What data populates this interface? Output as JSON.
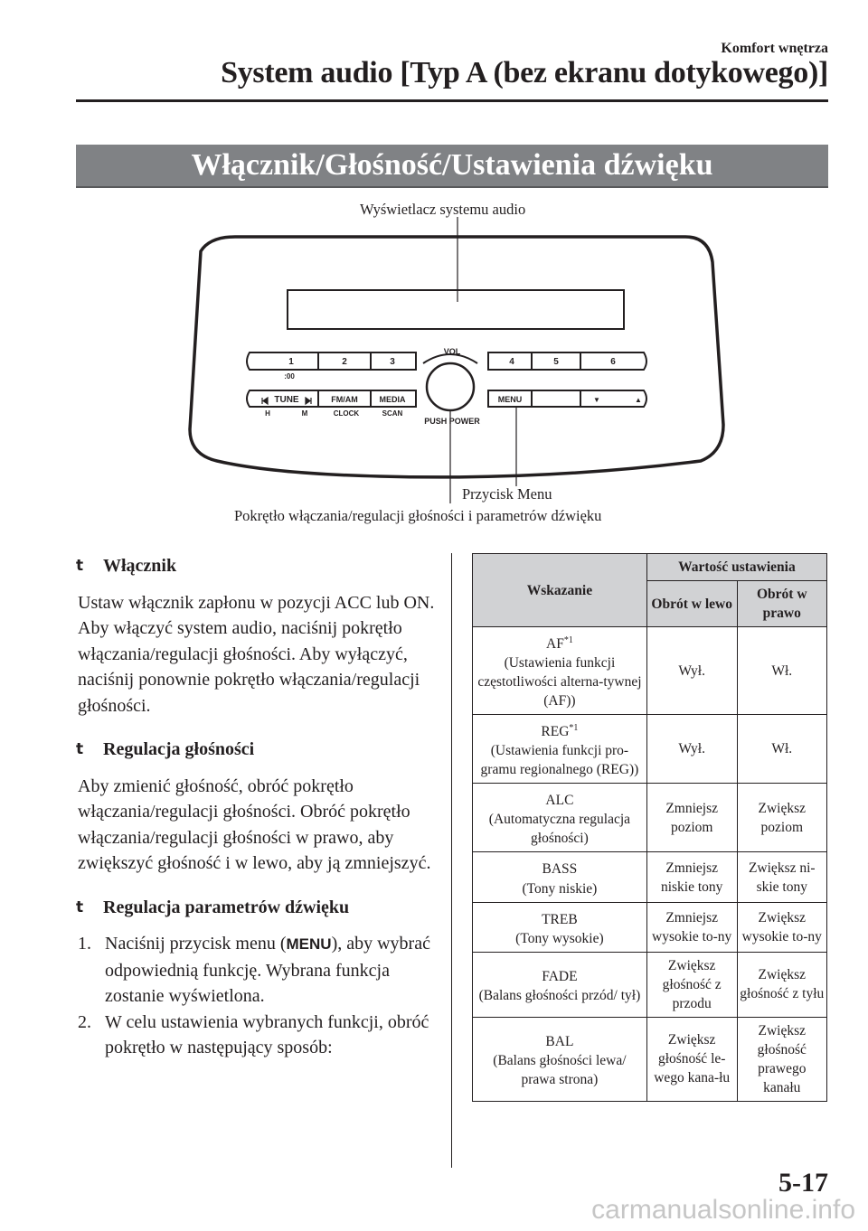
{
  "header": {
    "section": "Komfort wnętrza",
    "title": "System audio [Typ A (bez ekranu dotykowego)]"
  },
  "banner": {
    "title": "Włącznik/Głośność/Ustawienia dźwięku"
  },
  "figure": {
    "callout_display": "Wyświetlacz systemu audio",
    "callout_menu": "Przycisk Menu",
    "callout_knob": "Pokrętło włączania/regulacji głośności i parametrów dźwięku",
    "panel": {
      "preset_1": "1",
      "preset_1_sub": ":00",
      "preset_2": "2",
      "preset_3": "3",
      "preset_4": "4",
      "preset_5": "5",
      "preset_6": "6",
      "tune": "TUNE",
      "fm_am": "FM/AM",
      "media": "MEDIA",
      "menu": "MENU",
      "vol": "VOL",
      "push_power": "PUSH POWER",
      "sub_h": "H",
      "sub_m": "M",
      "sub_clock": "CLOCK",
      "sub_scan": "SCAN",
      "arrow_down": "▼",
      "arrow_up": "▲"
    }
  },
  "sections": {
    "power": {
      "heading": "Włącznik",
      "text": "Ustaw włącznik zapłonu w pozycji ACC lub ON. Aby włączyć system audio, naciśnij pokrętło włączania/regulacji głośności. Aby wyłączyć, naciśnij ponownie pokrętło włączania/regulacji głośności."
    },
    "volume": {
      "heading": "Regulacja głośności",
      "text": "Aby zmienić głośność, obróć pokrętło włączania/regulacji głośności. Obróć pokrętło włączania/regulacji głośności w prawo, aby zwiększyć głośność i w lewo, aby ją zmniejszyć."
    },
    "sound": {
      "heading": "Regulacja parametrów dźwięku",
      "step1_num": "1.",
      "step1_before": "Naciśnij przycisk menu (",
      "step1_key": "MENU",
      "step1_after": "), aby wybrać odpowiednią funkcję. Wybrana funkcja zostanie wyświetlona.",
      "step2_num": "2.",
      "step2": "W celu ustawienia wybranych funkcji, obróć pokrętło w następujący sposób:"
    }
  },
  "table": {
    "col_indication": "Wskazanie",
    "col_value": "Wartość ustawienia",
    "col_left": "Obrót w lewo",
    "col_right": "Obrót w prawo",
    "rows": [
      {
        "name": "AF",
        "sup": "*1",
        "desc": "(Ustawienia funkcji częstotliwości alterna-tywnej (AF))",
        "left": "Wył.",
        "right": "Wł."
      },
      {
        "name": "REG",
        "sup": "*1",
        "desc": "(Ustawienia funkcji pro-gramu regionalnego (REG))",
        "left": "Wył.",
        "right": "Wł."
      },
      {
        "name": "ALC",
        "sup": "",
        "desc": "(Automatyczna regulacja głośności)",
        "left": "Zmniejsz poziom",
        "right": "Zwiększ poziom"
      },
      {
        "name": "BASS",
        "sup": "",
        "desc": "(Tony niskie)",
        "left": "Zmniejsz niskie tony",
        "right": "Zwiększ ni-skie tony"
      },
      {
        "name": "TREB",
        "sup": "",
        "desc": "(Tony wysokie)",
        "left": "Zmniejsz wysokie to-ny",
        "right": "Zwiększ wysokie to-ny"
      },
      {
        "name": "FADE",
        "sup": "",
        "desc": "(Balans głośności przód/ tył)",
        "left": "Zwiększ głośność z przodu",
        "right": "Zwiększ głośność z tyłu"
      },
      {
        "name": "BAL",
        "sup": "",
        "desc": "(Balans głośności lewa/ prawa strona)",
        "left": "Zwiększ głośność le-wego kana-łu",
        "right": "Zwiększ głośność prawego kanału"
      }
    ]
  },
  "footer": {
    "page_number": "5-17",
    "watermark": "carmanualsonline.info"
  }
}
